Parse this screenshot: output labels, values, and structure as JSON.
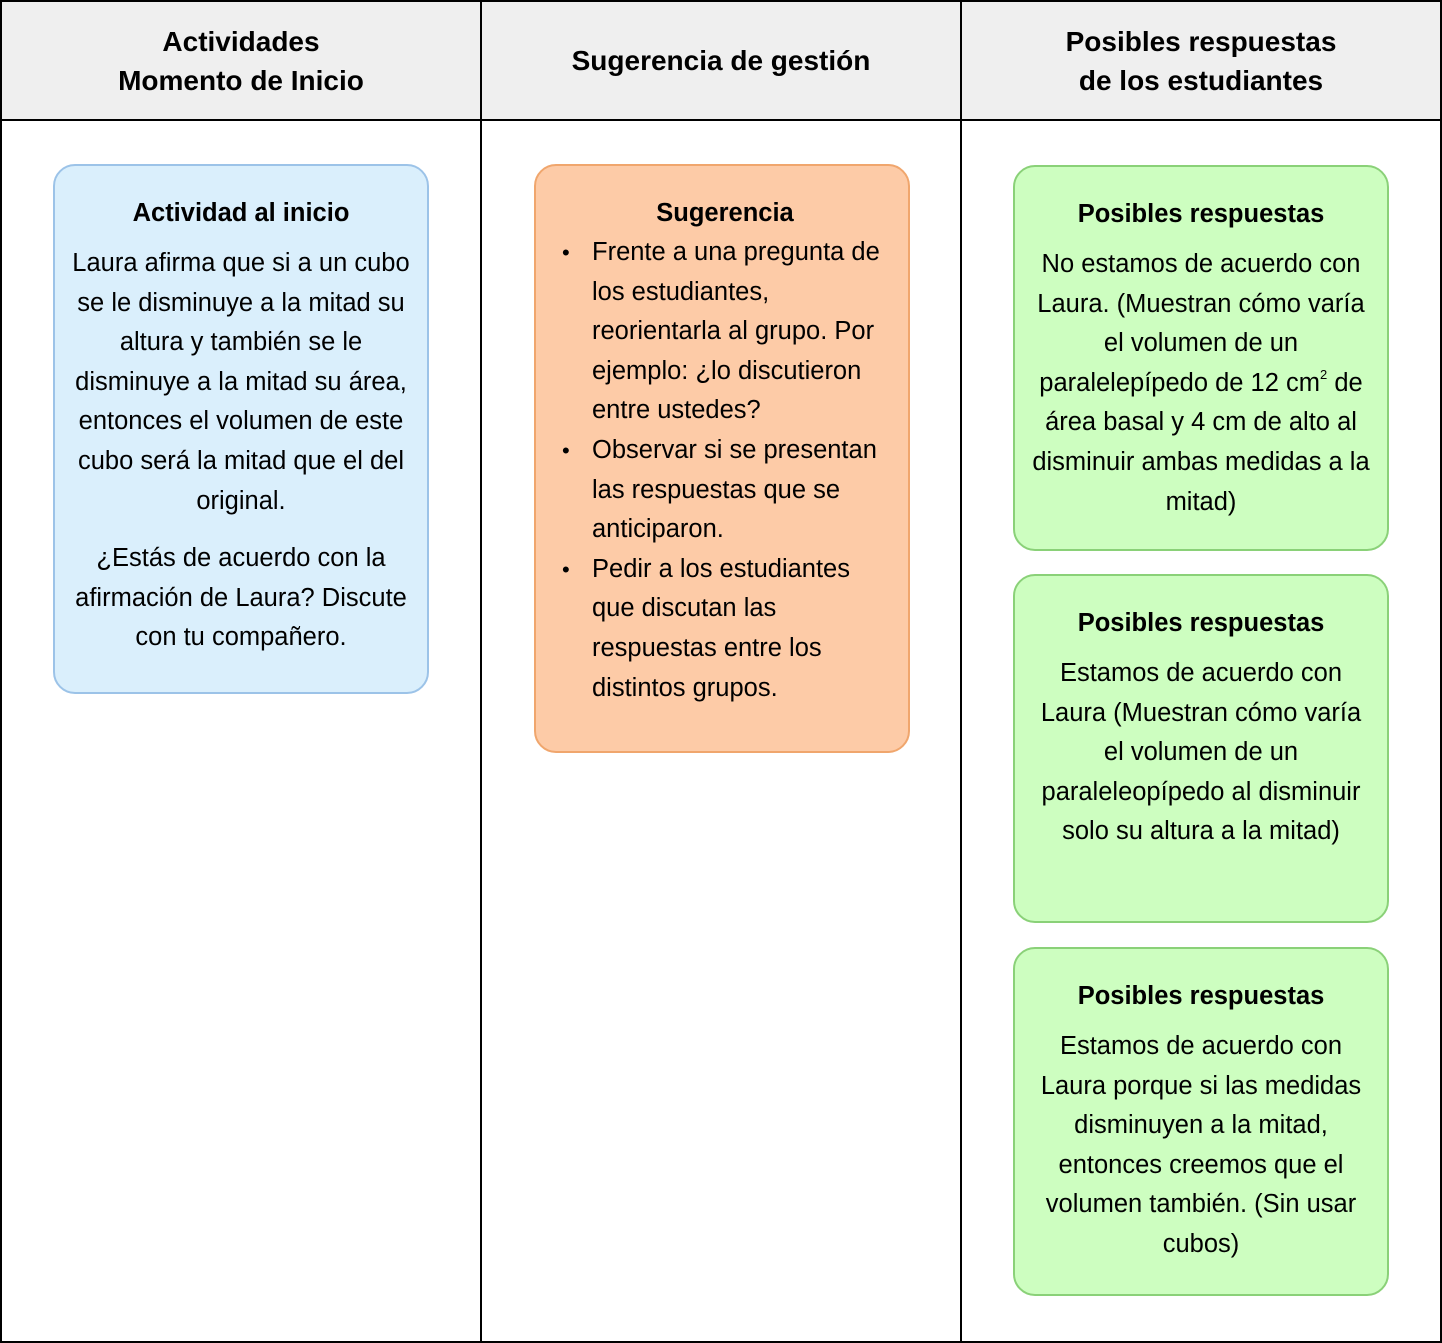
{
  "columns": [
    {
      "header": "Actividades\nMomento de Inicio"
    },
    {
      "header": "Sugerencia de gestión"
    },
    {
      "header": "Posibles respuestas\nde los estudiantes"
    }
  ],
  "activity_card": {
    "title": "Actividad al inicio",
    "paragraph_1": "Laura afirma que si a un cubo se le disminuye a la mitad su altura y también se le disminuye a la mitad su área, entonces el volumen de este cubo será la mitad que el del original.",
    "paragraph_2": "¿Estás de acuerdo con la afirmación de Laura? Discute con tu compañero."
  },
  "suggestion_card": {
    "title": "Sugerencia",
    "bullet_symbol": "•",
    "items": [
      "Frente a  una pregunta de los estudiantes, reorientarla al grupo. Por ejemplo: ¿lo discutieron entre ustedes?",
      "Observar si se presentan las respuestas que se anticiparon.",
      "Pedir a los estudiantes que discutan las respuestas entre los distintos grupos."
    ]
  },
  "response_cards": [
    {
      "title": "Posibles respuestas",
      "text_before_sup": "No estamos de acuerdo con Laura. (Muestran cómo varía el volumen de un paralelepípedo de 12 cm",
      "superscript": "2",
      "text_after_sup": " de área basal y 4 cm de alto al disminuir ambas medidas a la mitad)"
    },
    {
      "title": "Posibles respuestas",
      "text": "Estamos de acuerdo con Laura (Muestran cómo varía el volumen de un paraleleopípedo al disminuir solo su altura a la mitad)"
    },
    {
      "title": "Posibles respuestas",
      "text": "Estamos de acuerdo con Laura porque si las medidas disminuyen a la mitad, entonces creemos que el volumen también. (Sin usar cubos)"
    }
  ],
  "colors": {
    "header_bg": "#efefef",
    "activity_fill": "#daeffc",
    "suggestion_fill": "#fdcba7",
    "response_fill": "#cdfec0"
  }
}
